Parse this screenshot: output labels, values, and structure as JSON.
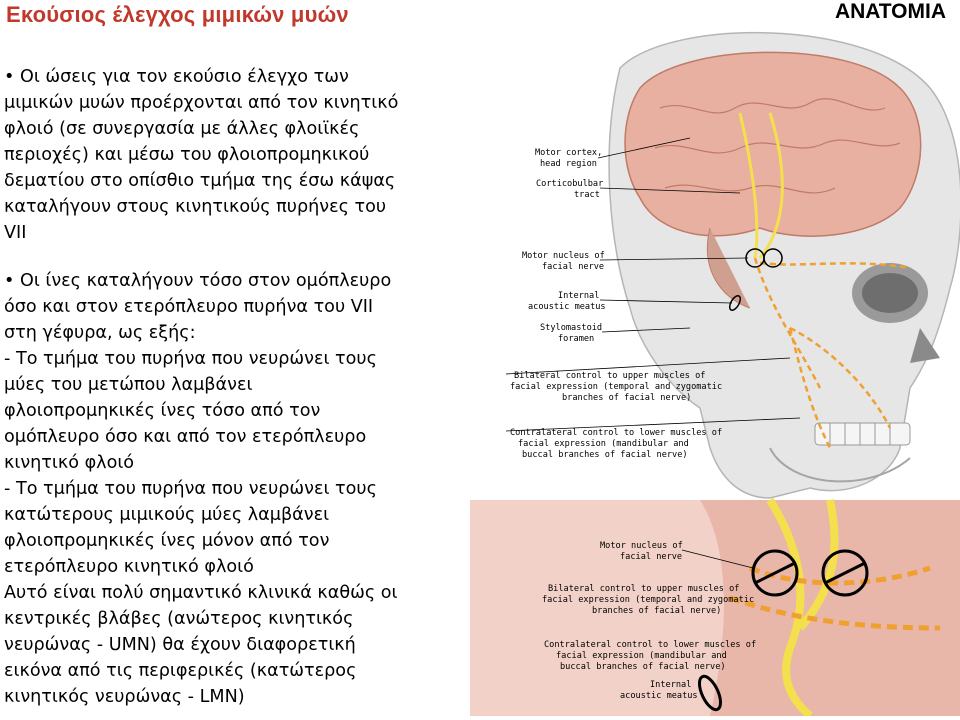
{
  "header": {
    "title": "Εκούσιος έλεγχος μιμικών μυών",
    "section_label": "ΑΝΑΤΟΜΙΑ"
  },
  "body": {
    "paragraph1": [
      "Οι ώσεις για τον εκούσιο έλεγχο των",
      "μιμικών μυών προέρχονται από τον κινητικό",
      "φλοιό (σε συνεργασία με άλλες φλοιϊκές",
      "περιοχές) και μέσω του φλοιοπρομηκικού",
      "δεματίου στο οπίσθιο τμήμα της έσω κάψας",
      "καταλήγουν στους κινητικούς πυρήνες του",
      "VII"
    ],
    "paragraph2": [
      "Οι ίνες καταλήγουν τόσο στον ομόπλευρο",
      "όσο και στον ετερόπλευρο πυρήνα του VII",
      "στη γέφυρα, ως εξής:",
      " - Το τμήμα του πυρήνα που νευρώνει τους",
      "μύες του μετώπου λαμβάνει",
      "φλοιοπρομηκικές ίνες τόσο από τον",
      "ομόπλευρο όσο και από τον ετερόπλευρο",
      "κινητικό φλοιό",
      " - Το τμήμα του πυρήνα που νευρώνει τους",
      "κατώτερους μιμικούς μύες λαμβάνει",
      "φλοιοπρομηκικές ίνες μόνον από τον",
      "ετερόπλευρο κινητικό φλοιό",
      " Αυτό είναι πολύ σημαντικό κλινικά καθώς οι",
      "κεντρικές βλάβες (ανώτερος κινητικός",
      "νευρώνας - UMN) θα έχουν διαφορετική",
      "εικόνα από τις περιφερικές (κατώτερος",
      "κινητικός νευρώνας - LMN)"
    ]
  },
  "figure_top": {
    "labels": {
      "motor_cortex_1": "Motor cortex,",
      "motor_cortex_2": "head region",
      "corticobulbar_1": "Corticobulbar",
      "corticobulbar_2": "tract",
      "motor_nucleus_1": "Motor nucleus of",
      "motor_nucleus_2": "facial nerve",
      "internal_meatus_1": "Internal",
      "internal_meatus_2": "acoustic meatus",
      "stylomastoid_1": "Stylomastoid",
      "stylomastoid_2": "foramen",
      "bilateral_1": "Bilateral control to upper muscles of",
      "bilateral_2": "facial expression (temporal and zygomatic",
      "bilateral_3": "branches of facial nerve)",
      "contralateral_1": "Contralateral control to lower muscles of",
      "contralateral_2": "facial expression (mandibular and",
      "contralateral_3": "buccal branches of facial nerve)"
    }
  },
  "figure_bottom": {
    "labels": {
      "motor_nucleus_1": "Motor nucleus of",
      "motor_nucleus_2": "facial nerve",
      "bilateral_1": "Bilateral control to upper muscles of",
      "bilateral_2": "facial expression (temporal and zygomatic",
      "bilateral_3": "branches of facial nerve)",
      "contralateral_1": "Contralateral control to lower muscles of",
      "contralateral_2": "facial expression (mandibular and",
      "contralateral_3": "buccal branches of facial nerve)",
      "internal_meatus_1": "Internal",
      "internal_meatus_2": "acoustic meatus"
    }
  },
  "colors": {
    "title": "#c0392b",
    "pathway_yellow": "#f4e04d",
    "pathway_orange": "#f0a030",
    "brain_pink": "#e8b0a0",
    "skull": "#e6e6e6"
  }
}
